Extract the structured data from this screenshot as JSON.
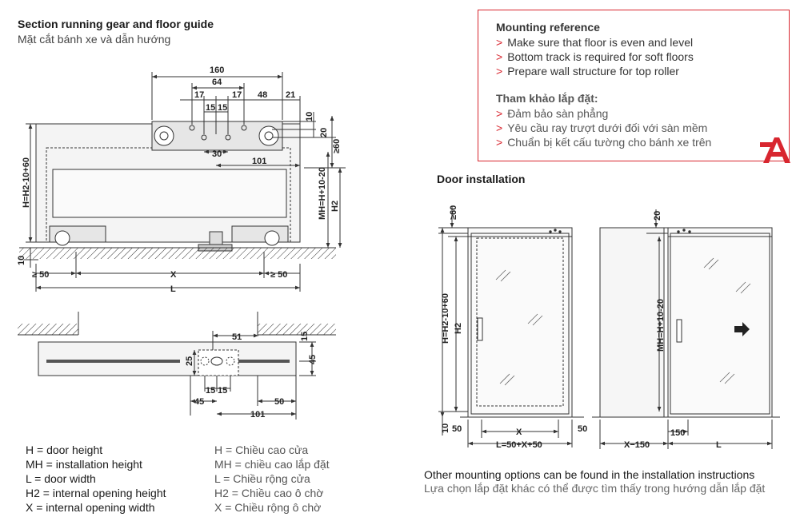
{
  "section": {
    "title": "Section running gear and floor guide",
    "subtitle": "Mặt cắt bánh xe và dẫn hướng"
  },
  "dims_top": {
    "d160": "160",
    "d64": "64",
    "d17a": "17",
    "d17b": "17",
    "d48": "48",
    "d21": "21",
    "d15a": "15",
    "d15b": "15",
    "d10": "10",
    "d20": "20",
    "d30": "30",
    "d60": "≥60",
    "d101": "101",
    "dH": "H=H2-10+60",
    "dMH": "MH=H+10-20",
    "dH2": "H2",
    "d10b": "10",
    "d50a": "≥ 50",
    "dX": "X",
    "d50b": "≥ 50",
    "dL": "L"
  },
  "dims_bottom": {
    "d51": "51",
    "d25": "25",
    "d15": "15",
    "d45v": "45",
    "d15a": "15",
    "d15b": "15",
    "d45": "45",
    "d50": "50",
    "d101": "101"
  },
  "legend": [
    {
      "en": "H = door height",
      "vi": "H = Chiều cao cửa"
    },
    {
      "en": "MH = installation height",
      "vi": "MH = chiều cao lắp đặt"
    },
    {
      "en": "L = door width",
      "vi": "L = Chiều rộng cửa"
    },
    {
      "en": "H2 = internal opening height",
      "vi": "H2 = Chiều cao ô chờ"
    },
    {
      "en": "X = internal opening width",
      "vi": "X = Chiều rộng ô chờ"
    }
  ],
  "reference": {
    "title_en": "Mounting reference",
    "items_en": [
      "Make sure that floor is even and level",
      "Bottom track is required for soft floors",
      "Prepare wall structure for top roller"
    ],
    "title_vi": "Tham khảo lắp đặt:",
    "items_vi": [
      "Đảm bảo sàn phẳng",
      "Yêu cầu ray trượt dưới đối với sàn mềm",
      "Chuẩn bị kết cấu tường cho bánh xe trên"
    ],
    "chevron": ">",
    "accent": "#d8262f"
  },
  "door_installation": {
    "title": "Door installation",
    "left": {
      "d60": "≥60",
      "dH": "H=H2-10+60",
      "dH2": "H2",
      "d10": "10",
      "d50a": "50",
      "dX": "X",
      "d50b": "50",
      "dL": "L=50+X+50"
    },
    "right": {
      "d20": "20",
      "dMH": "MH=H+10-20",
      "dX150": "X−150",
      "d150": "150",
      "dL": "L"
    }
  },
  "note": {
    "en": "Other mounting options can be found in the installation instructions",
    "vi": "Lựa chọn lắp đặt khác có thể được tìm thấy trong hướng dẫn lắp đặt"
  },
  "logo": {
    "icon": "brand-logo-icon",
    "color": "#d8262f"
  }
}
